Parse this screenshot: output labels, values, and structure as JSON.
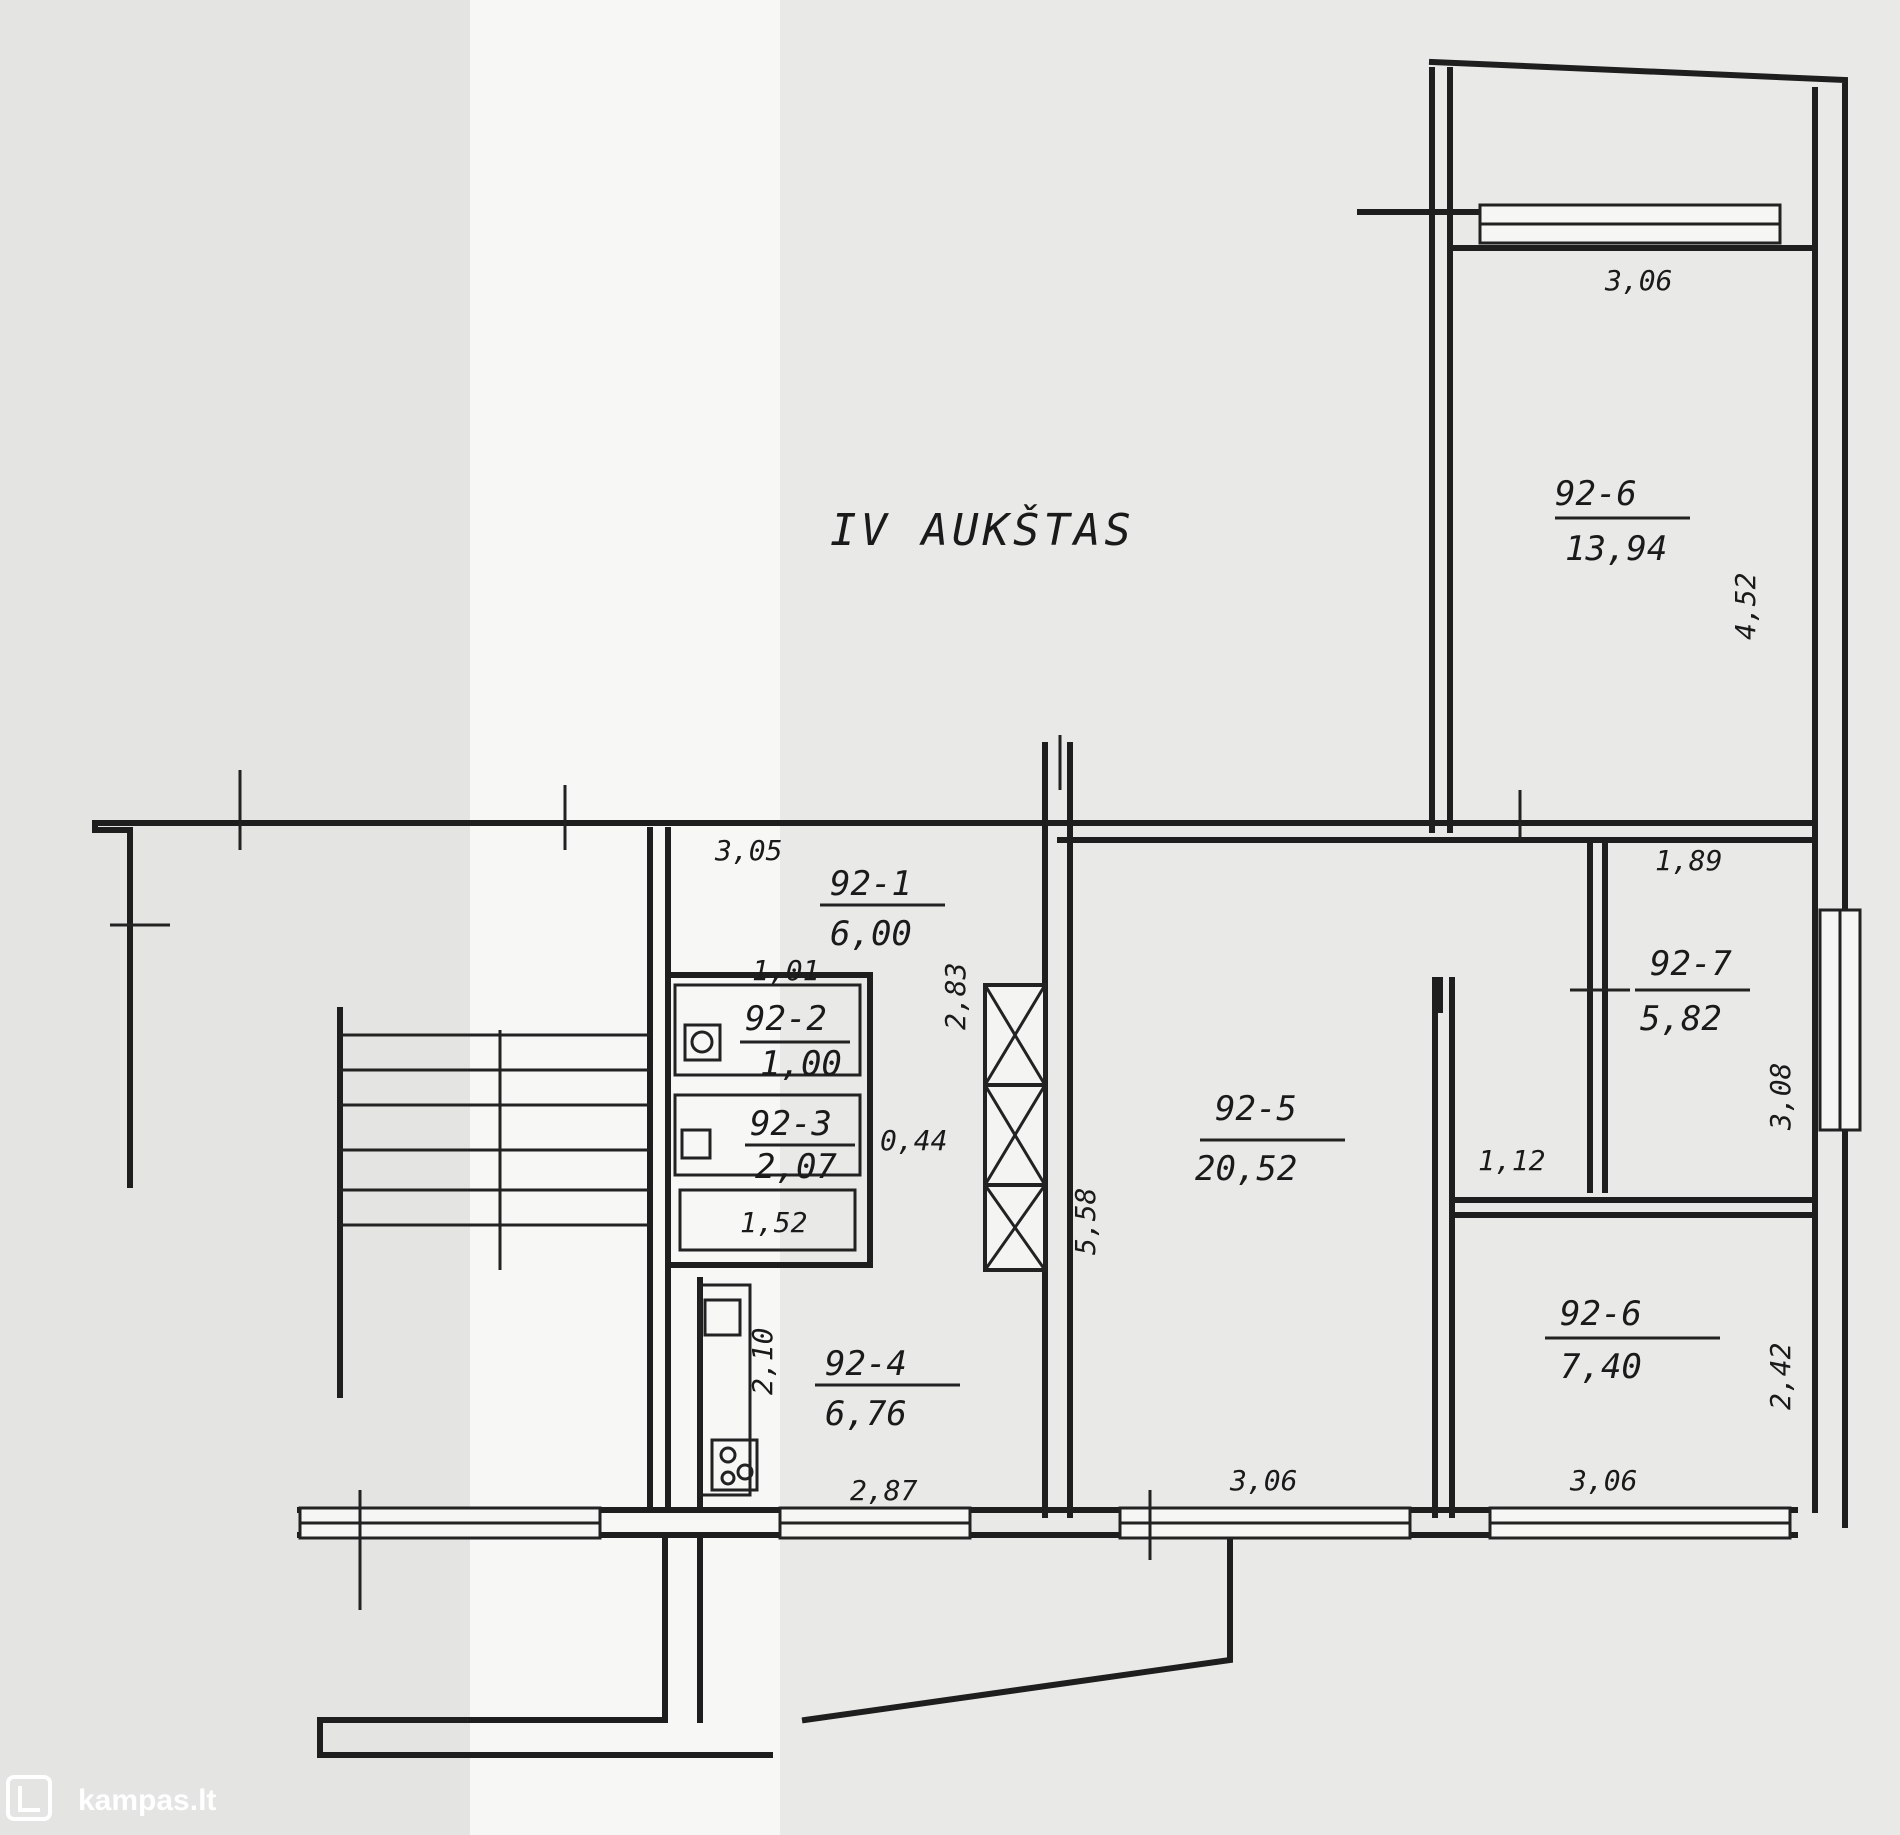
{
  "title": "IV AUKŠTAS",
  "watermark": "kampas.lt",
  "rooms": [
    {
      "id": "92-1",
      "area": "6,00"
    },
    {
      "id": "92-2",
      "area": "1,00"
    },
    {
      "id": "92-3",
      "area": "2,07"
    },
    {
      "id": "92-4",
      "area": "6,76"
    },
    {
      "id": "92-5",
      "area": "20,52"
    },
    {
      "id": "92-6",
      "area": "13,94"
    },
    {
      "id": "92-7",
      "area": "5,82"
    },
    {
      "id": "92-6",
      "area": "7,40"
    }
  ],
  "dimensions": [
    "3,06",
    "4,52",
    "3,05",
    "1,89",
    "2,83",
    "1,01",
    "0,44",
    "1,52",
    "2,10",
    "2,87",
    "5,58",
    "3,06",
    "3,06",
    "1,12",
    "3,08",
    "2,42"
  ]
}
